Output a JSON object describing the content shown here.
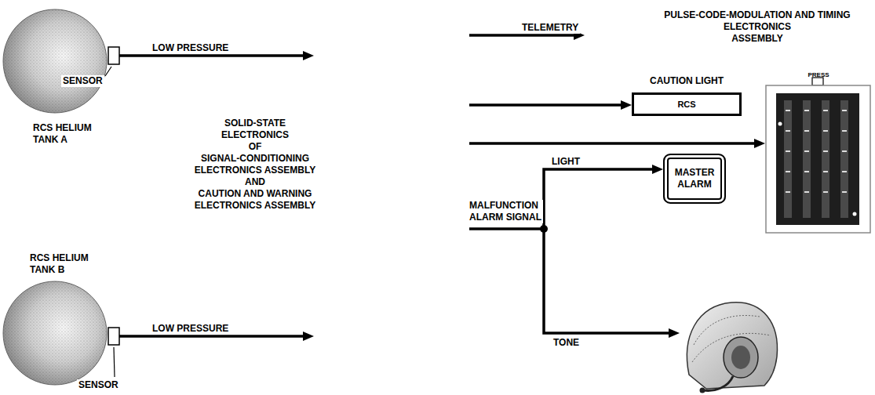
{
  "diagram": {
    "nodes": [
      {
        "text": [
          "RCS HELIUM TANK A"
        ]
      },
      {
        "text": [
          "RCS HELIUM TANK B"
        ]
      },
      {
        "text": [
          "SOLID-STATE ELECTRONICS OF SIGNAL-CONDITIONING ELECTRONICS ASSEMBLY AND CAUTION AND WARNING ELECTRONICS ASSEMBLY"
        ]
      },
      {
        "text": [
          "PULSE-CODE-MODULATION AND TIMING ELECTRONICS ASSEMBLY"
        ]
      },
      {
        "text": [
          "CAUTION LIGHT",
          "RCS"
        ]
      },
      {
        "text": [
          "PRESS"
        ]
      },
      {
        "text": [
          "MASTER ALARM"
        ]
      }
    ],
    "edges": [
      {
        "from": 0,
        "to": 2,
        "arrow": "to",
        "label": "LOW PRESSURE"
      },
      {
        "from": 1,
        "to": 2,
        "arrow": "to",
        "label": "LOW PRESSURE"
      },
      {
        "from": 2,
        "to": 3,
        "arrow": "to",
        "label": "TELEMETRY"
      },
      {
        "from": 2,
        "to": 4,
        "arrow": "to"
      },
      {
        "from": 2,
        "to": 5,
        "arrow": "to"
      },
      {
        "from": 2,
        "to": 6,
        "arrow": "to",
        "label": "LIGHT"
      }
    ],
    "labels": [
      "SENSOR",
      "SENSOR",
      "MALFUNCTION ALARM SIGNAL",
      "TONE"
    ]
  }
}
